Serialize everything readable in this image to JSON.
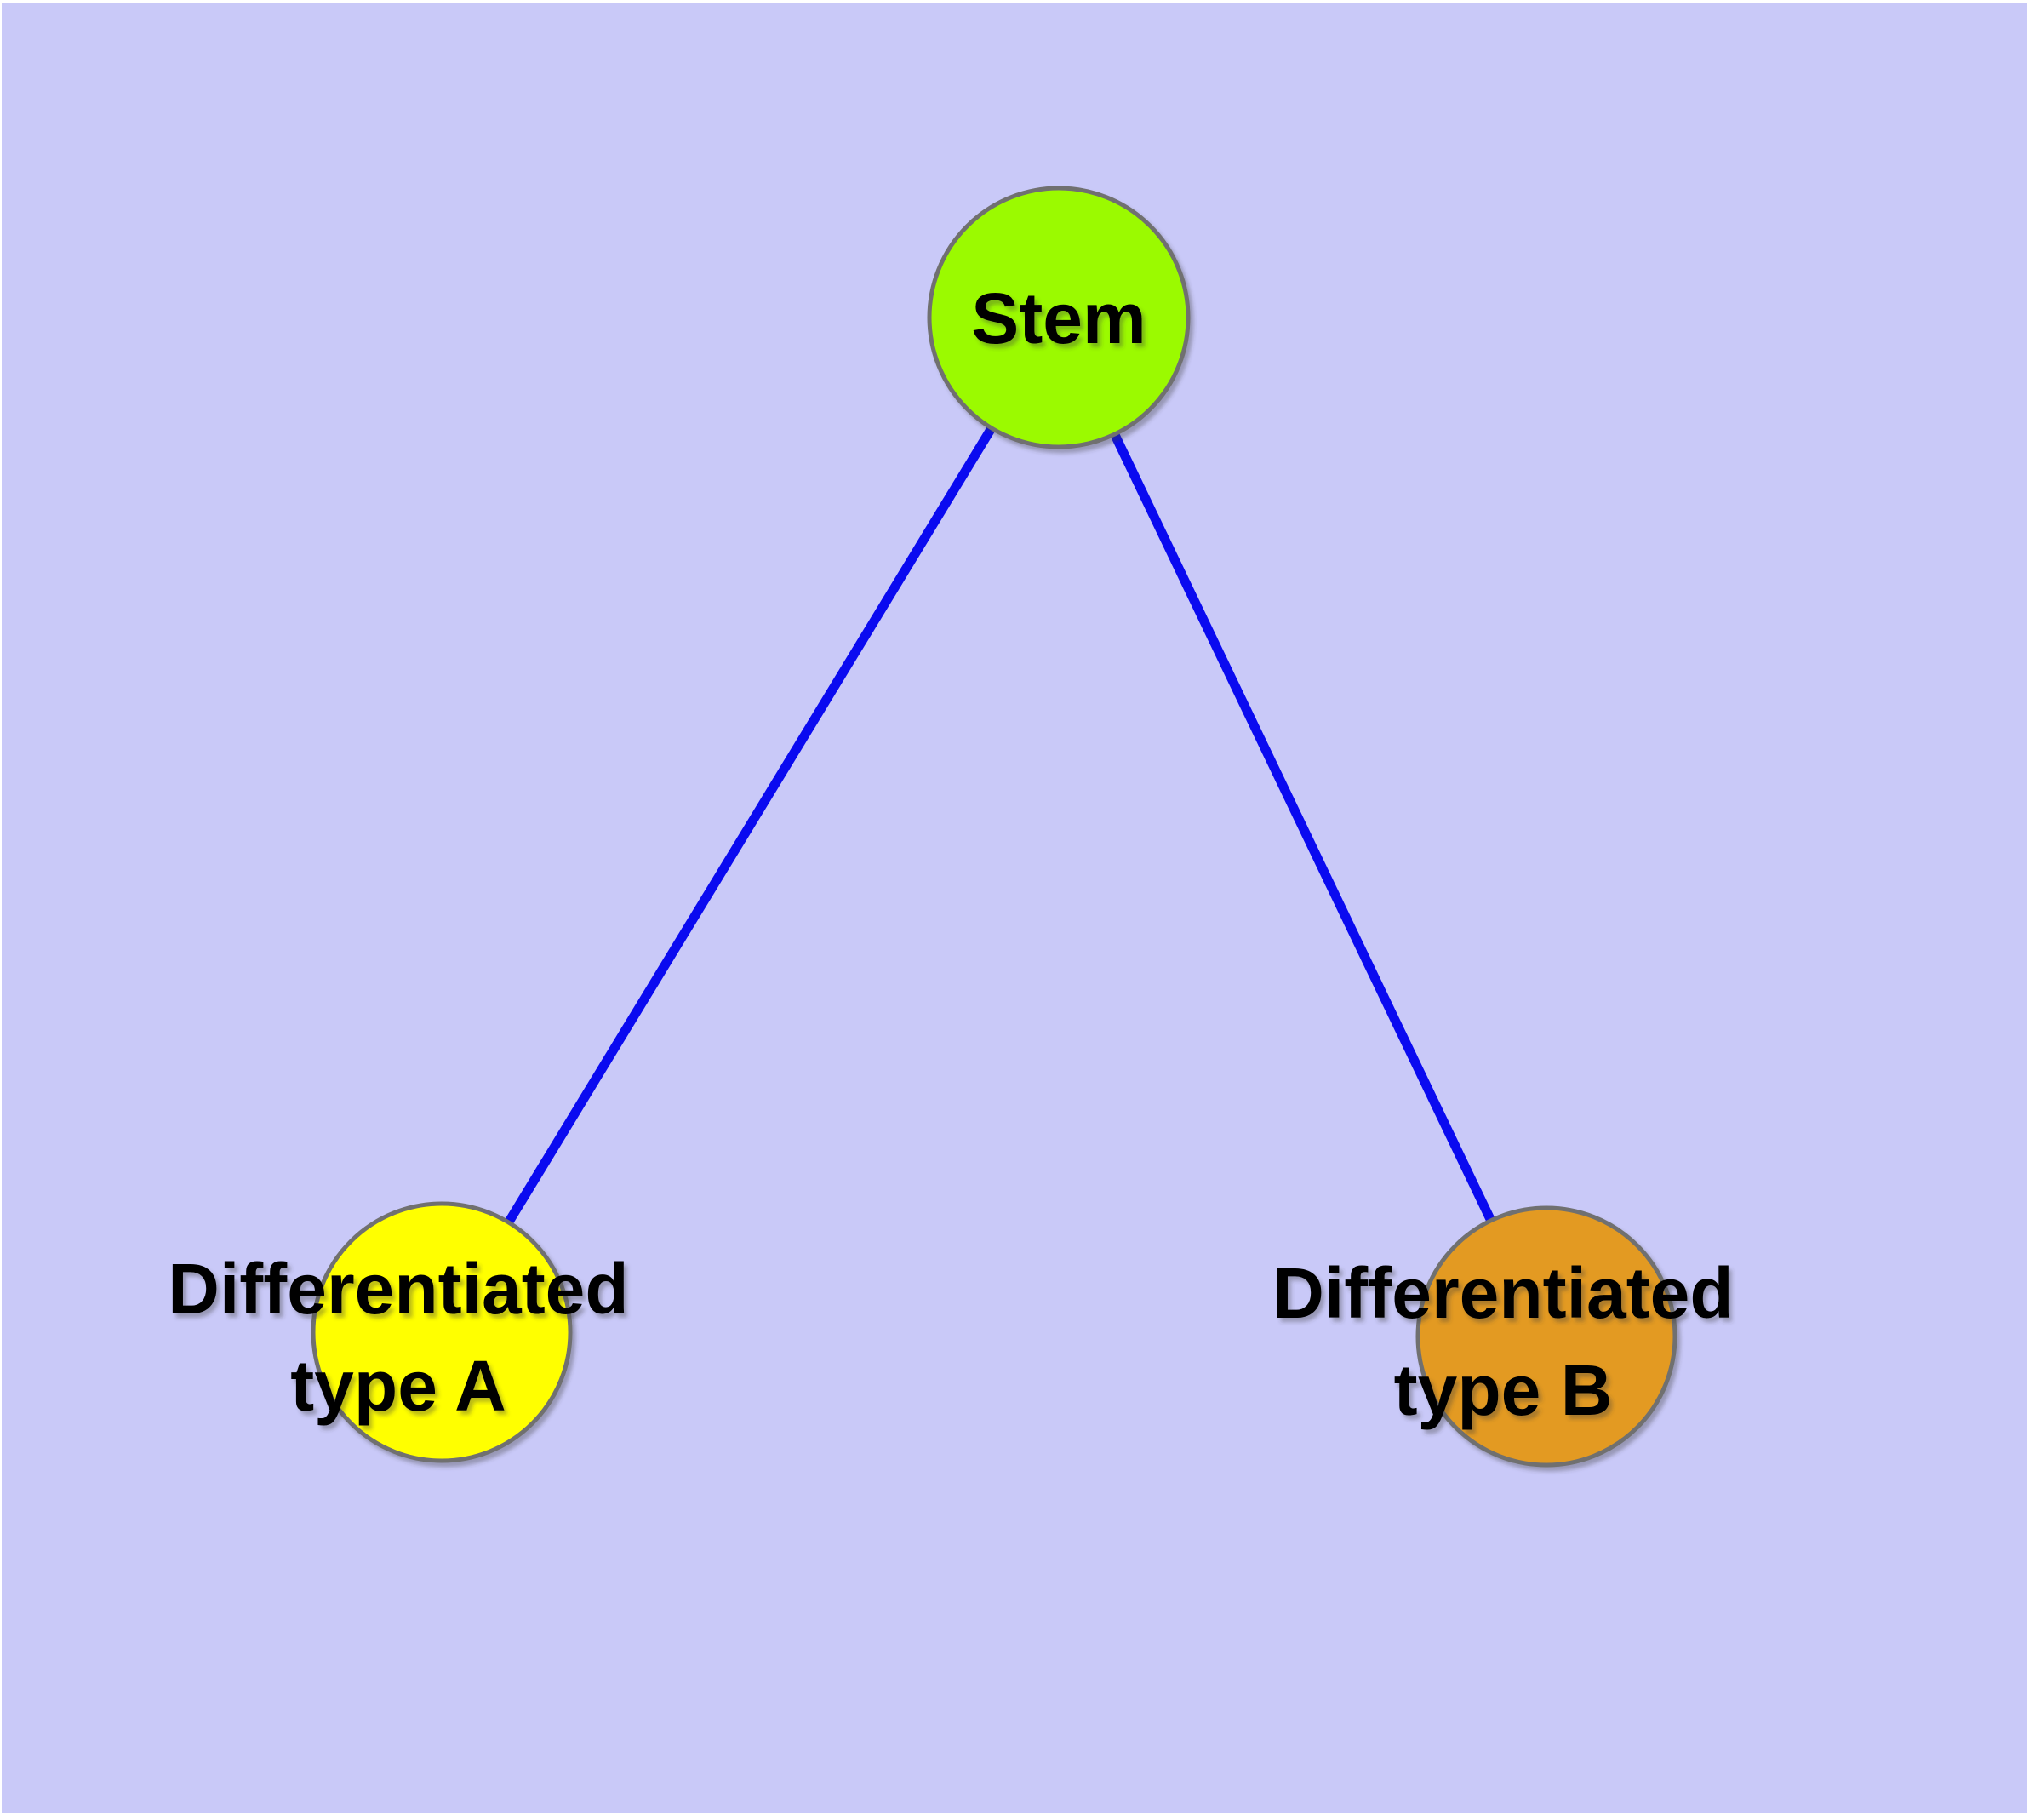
{
  "diagram": {
    "type": "node-link-graph",
    "title": "",
    "background_color": "#C9C9F8",
    "canvas_border_color": "#FFFFFF",
    "edge_color": "#0A0AF0",
    "node_border_color": "#6F6F6F",
    "label_color": "#000000",
    "nodes": [
      {
        "id": "stem",
        "label": "Stem",
        "label_line1": "Stem",
        "label_line2": "",
        "fill": "#9BFA00"
      },
      {
        "id": "differentiated-type-a",
        "label": "Differentiated type A",
        "label_line1": "Differentiated",
        "label_line2": "type A",
        "fill": "#FFFF00"
      },
      {
        "id": "differentiated-type-b",
        "label": "Differentiated type B",
        "label_line1": "Differentiated",
        "label_line2": "type B",
        "fill": "#E39A21"
      }
    ],
    "edges": [
      {
        "from": "Stem",
        "to": "Differentiated type A"
      },
      {
        "from": "Stem",
        "to": "Differentiated type B"
      }
    ]
  }
}
